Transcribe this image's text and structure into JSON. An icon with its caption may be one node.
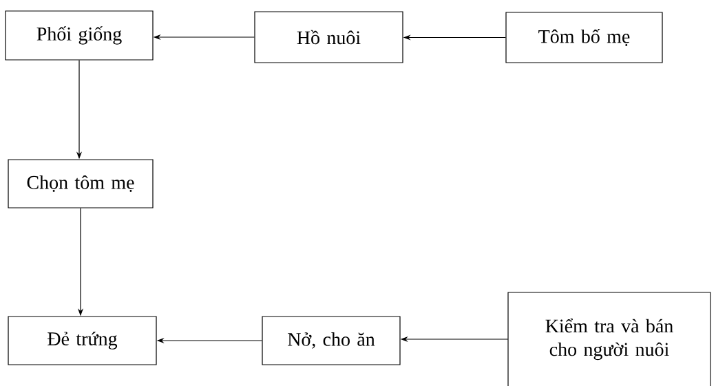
{
  "diagram": {
    "nodes": [
      {
        "text": [
          "Phối giống"
        ]
      },
      {
        "text": [
          "Hồ nuôi"
        ]
      },
      {
        "text": [
          "Tôm bố mẹ"
        ]
      },
      {
        "text": [
          "Chọn tôm mẹ"
        ]
      },
      {
        "text": [
          "Đẻ trứng"
        ]
      },
      {
        "text": [
          "Nở, cho ăn"
        ]
      },
      {
        "text": [
          "Kiểm tra và bán cho người nuôi"
        ]
      }
    ],
    "edges": [
      {
        "from": 2,
        "to": 1,
        "arrow": "to"
      },
      {
        "from": 1,
        "to": 0,
        "arrow": "to"
      },
      {
        "from": 0,
        "to": 3,
        "arrow": "to"
      },
      {
        "from": 3,
        "to": 4,
        "arrow": "to"
      },
      {
        "from": 5,
        "to": 4,
        "arrow": "to"
      },
      {
        "from": 6,
        "to": 5,
        "arrow": "to"
      }
    ]
  }
}
